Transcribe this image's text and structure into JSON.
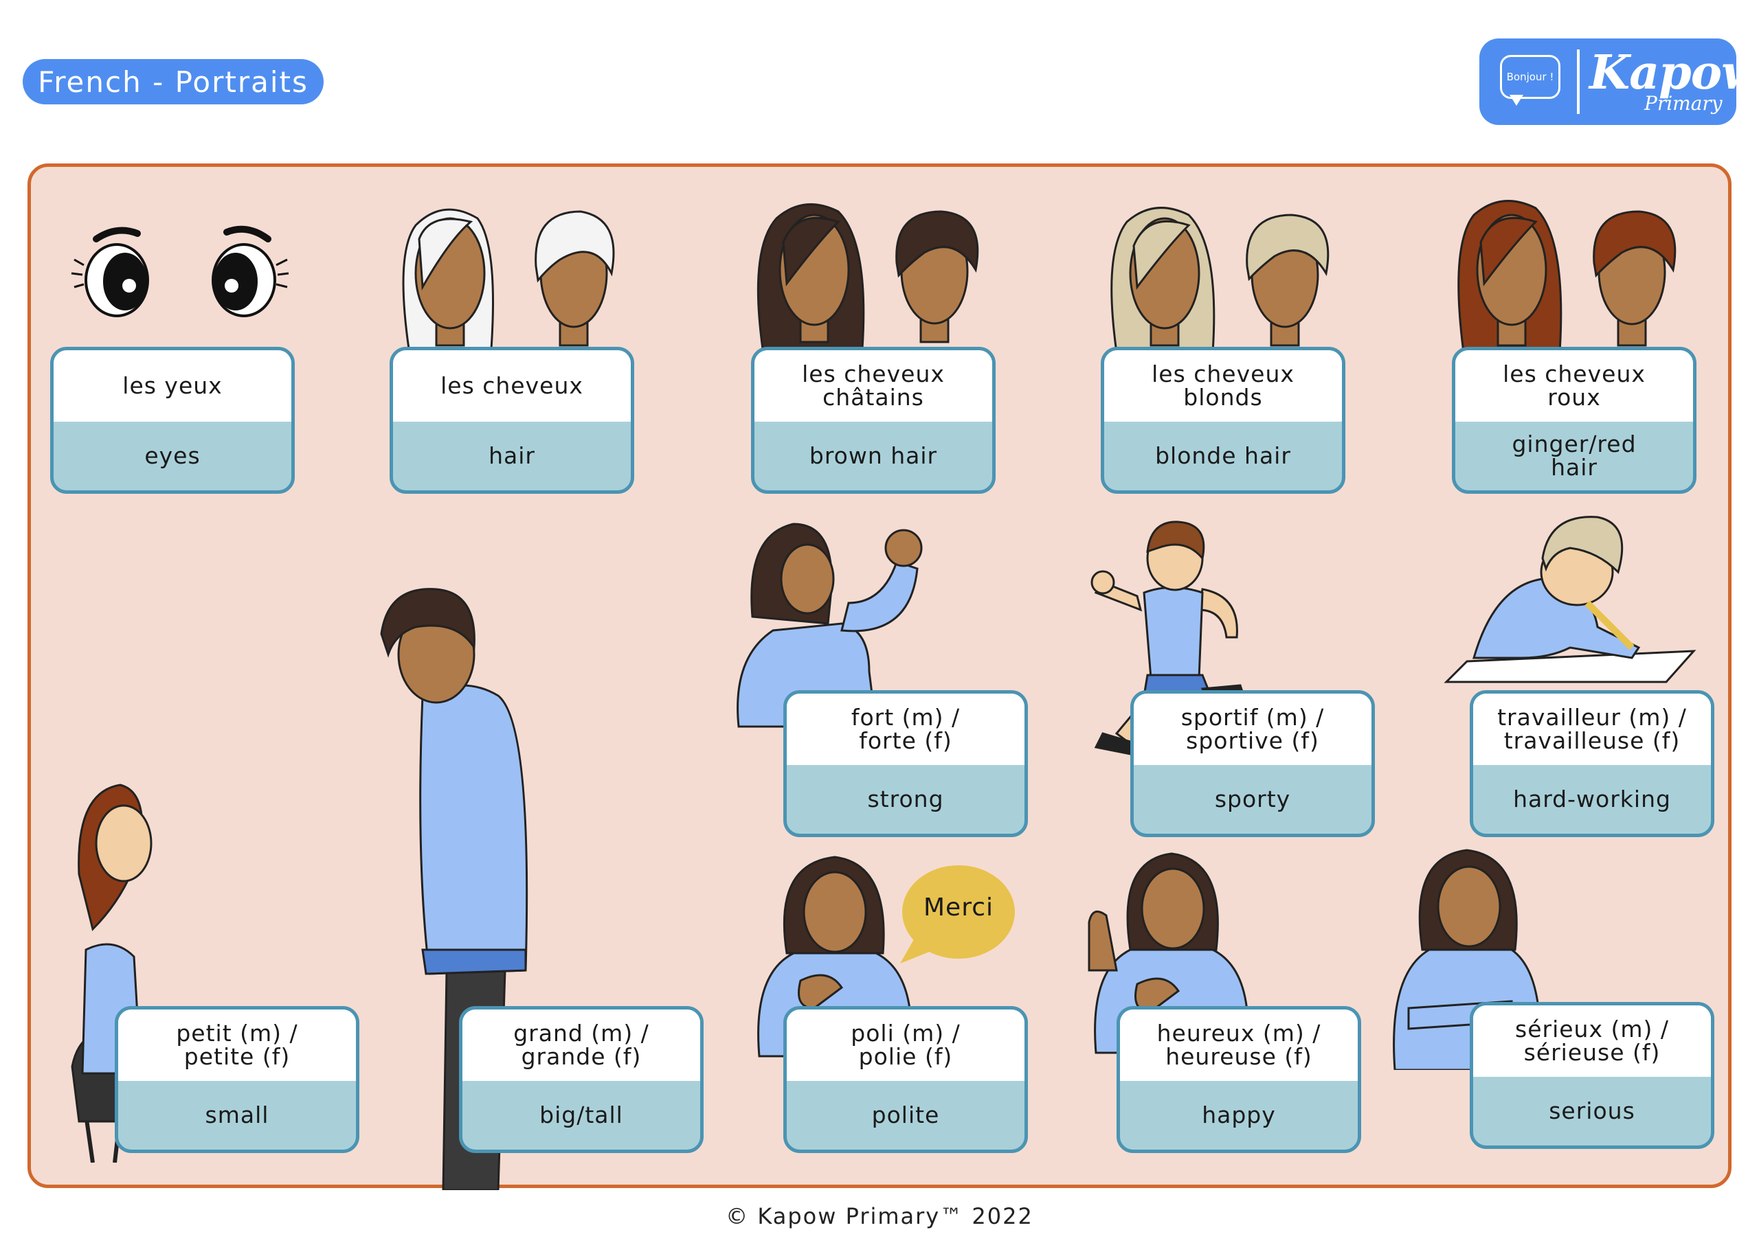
{
  "header": {
    "title": "French - Portraits",
    "logo": {
      "bubble_text": "Bonjour !",
      "brand": "Kapow",
      "sub": "Primary"
    }
  },
  "cards": [
    {
      "id": "eyes",
      "french": "les yeux",
      "english": "eyes"
    },
    {
      "id": "hair",
      "french": "les cheveux",
      "english": "hair"
    },
    {
      "id": "brown-hair",
      "french": "les cheveux\nchâtains",
      "english": "brown hair"
    },
    {
      "id": "blonde-hair",
      "french": "les cheveux\nblonds",
      "english": "blonde hair"
    },
    {
      "id": "red-hair",
      "french": "les cheveux\nroux",
      "english": "ginger/red\nhair"
    },
    {
      "id": "strong",
      "french": "fort (m) /\nforte (f)",
      "english": "strong"
    },
    {
      "id": "sporty",
      "french": "sportif (m) /\nsportive (f)",
      "english": "sporty"
    },
    {
      "id": "hard-working",
      "french": "travailleur (m) /\ntravailleuse (f)",
      "english": "hard-working"
    },
    {
      "id": "small",
      "french": "petit (m) /\npetite (f)",
      "english": "small"
    },
    {
      "id": "tall",
      "french": "grand (m) /\ngrande (f)",
      "english": "big/tall"
    },
    {
      "id": "polite",
      "french": "poli (m) /\npolie (f)",
      "english": "polite"
    },
    {
      "id": "happy",
      "french": "heureux (m) /\nheureuse (f)",
      "english": "happy"
    },
    {
      "id": "serious",
      "french": "sérieux (m) /\nsérieuse (f)",
      "english": "serious"
    }
  ],
  "speech_bubble": "Merci",
  "footer": "© Kapow Primary™ 2022",
  "colors": {
    "accent_blue": "#4f8ef0",
    "board_bg": "#f5dcd2",
    "board_border": "#d1692d",
    "card_border": "#4b94b3",
    "card_bottom": "#a9d0d9",
    "skin": "#b07b4a",
    "jumper": "#9cc0f5",
    "bubble": "#e8c24e"
  }
}
